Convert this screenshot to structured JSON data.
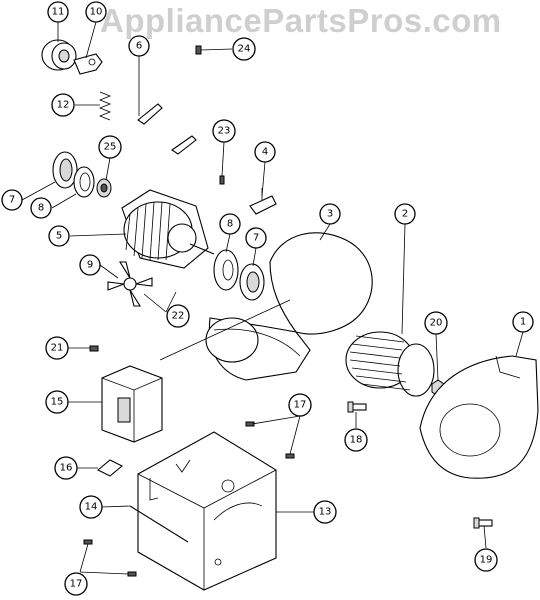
{
  "watermark": "AppliancePartsPros.com",
  "callouts": [
    {
      "id": "c11",
      "label": "11"
    },
    {
      "id": "c10",
      "label": "10"
    },
    {
      "id": "c6",
      "label": "6"
    },
    {
      "id": "c24",
      "label": "24"
    },
    {
      "id": "c12",
      "label": "12"
    },
    {
      "id": "c25",
      "label": "25"
    },
    {
      "id": "c23",
      "label": "23"
    },
    {
      "id": "c4",
      "label": "4"
    },
    {
      "id": "c7a",
      "label": "7"
    },
    {
      "id": "c8a",
      "label": "8"
    },
    {
      "id": "c5",
      "label": "5"
    },
    {
      "id": "c8b",
      "label": "8"
    },
    {
      "id": "c7b",
      "label": "7"
    },
    {
      "id": "c3",
      "label": "3"
    },
    {
      "id": "c2",
      "label": "2"
    },
    {
      "id": "c9",
      "label": "9"
    },
    {
      "id": "c22",
      "label": "22"
    },
    {
      "id": "c20",
      "label": "20"
    },
    {
      "id": "c1",
      "label": "1"
    },
    {
      "id": "c21",
      "label": "21"
    },
    {
      "id": "c15",
      "label": "15"
    },
    {
      "id": "c17a",
      "label": "17"
    },
    {
      "id": "c18",
      "label": "18"
    },
    {
      "id": "c16",
      "label": "16"
    },
    {
      "id": "c14",
      "label": "14"
    },
    {
      "id": "c13",
      "label": "13"
    },
    {
      "id": "c17b",
      "label": "17"
    },
    {
      "id": "c19",
      "label": "19"
    }
  ]
}
